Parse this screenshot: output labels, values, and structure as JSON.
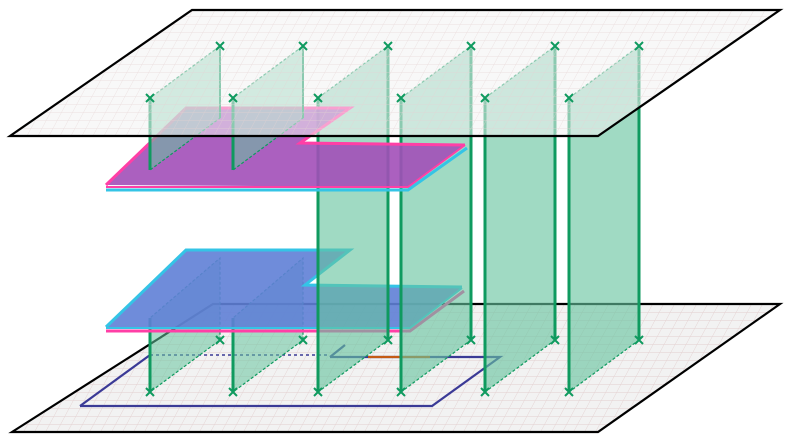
{
  "diagram": {
    "kind": "layered-surgery-3d-schematic",
    "colors": {
      "background": "#ffffff",
      "plane_fill": "#f2f2f2",
      "plane_grid": "#e4d2d2",
      "plane_edge": "#000000",
      "wall_fill": "#66c49e",
      "wall_edge": "#0f9a5f",
      "cut_upper_fill": "#a24fb8",
      "cut_upper_edge_top": "#ff3fa6",
      "cut_upper_edge_bottom": "#34c4e6",
      "cut_lower_fill": "#5f7fd6",
      "cut_lower_edge_top": "#34c4e6",
      "cut_lower_edge_bottom": "#ff3fa6",
      "outline_blue": "#3b3a96",
      "outline_orange": "#c45a14"
    },
    "counts": {
      "walls": 6,
      "planes": 2,
      "cut_layers": 2
    }
  }
}
